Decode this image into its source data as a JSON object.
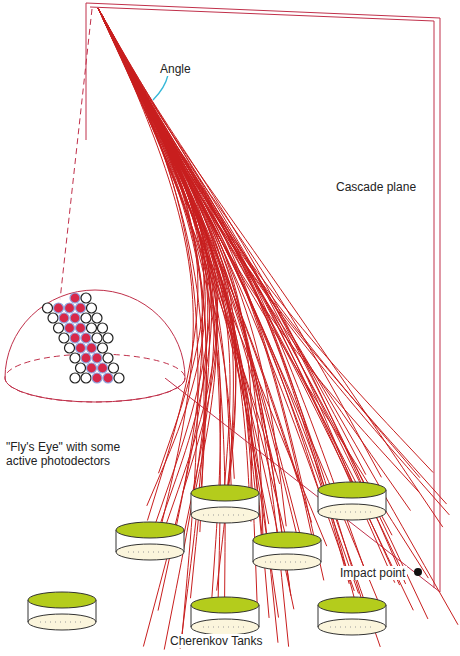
{
  "diagram": {
    "labels": [
      "Angle",
      "Cascade plane",
      "\"Fly's Eye\" with some active photodectors",
      "Impact point",
      "Cherenkov Tanks"
    ]
  }
}
